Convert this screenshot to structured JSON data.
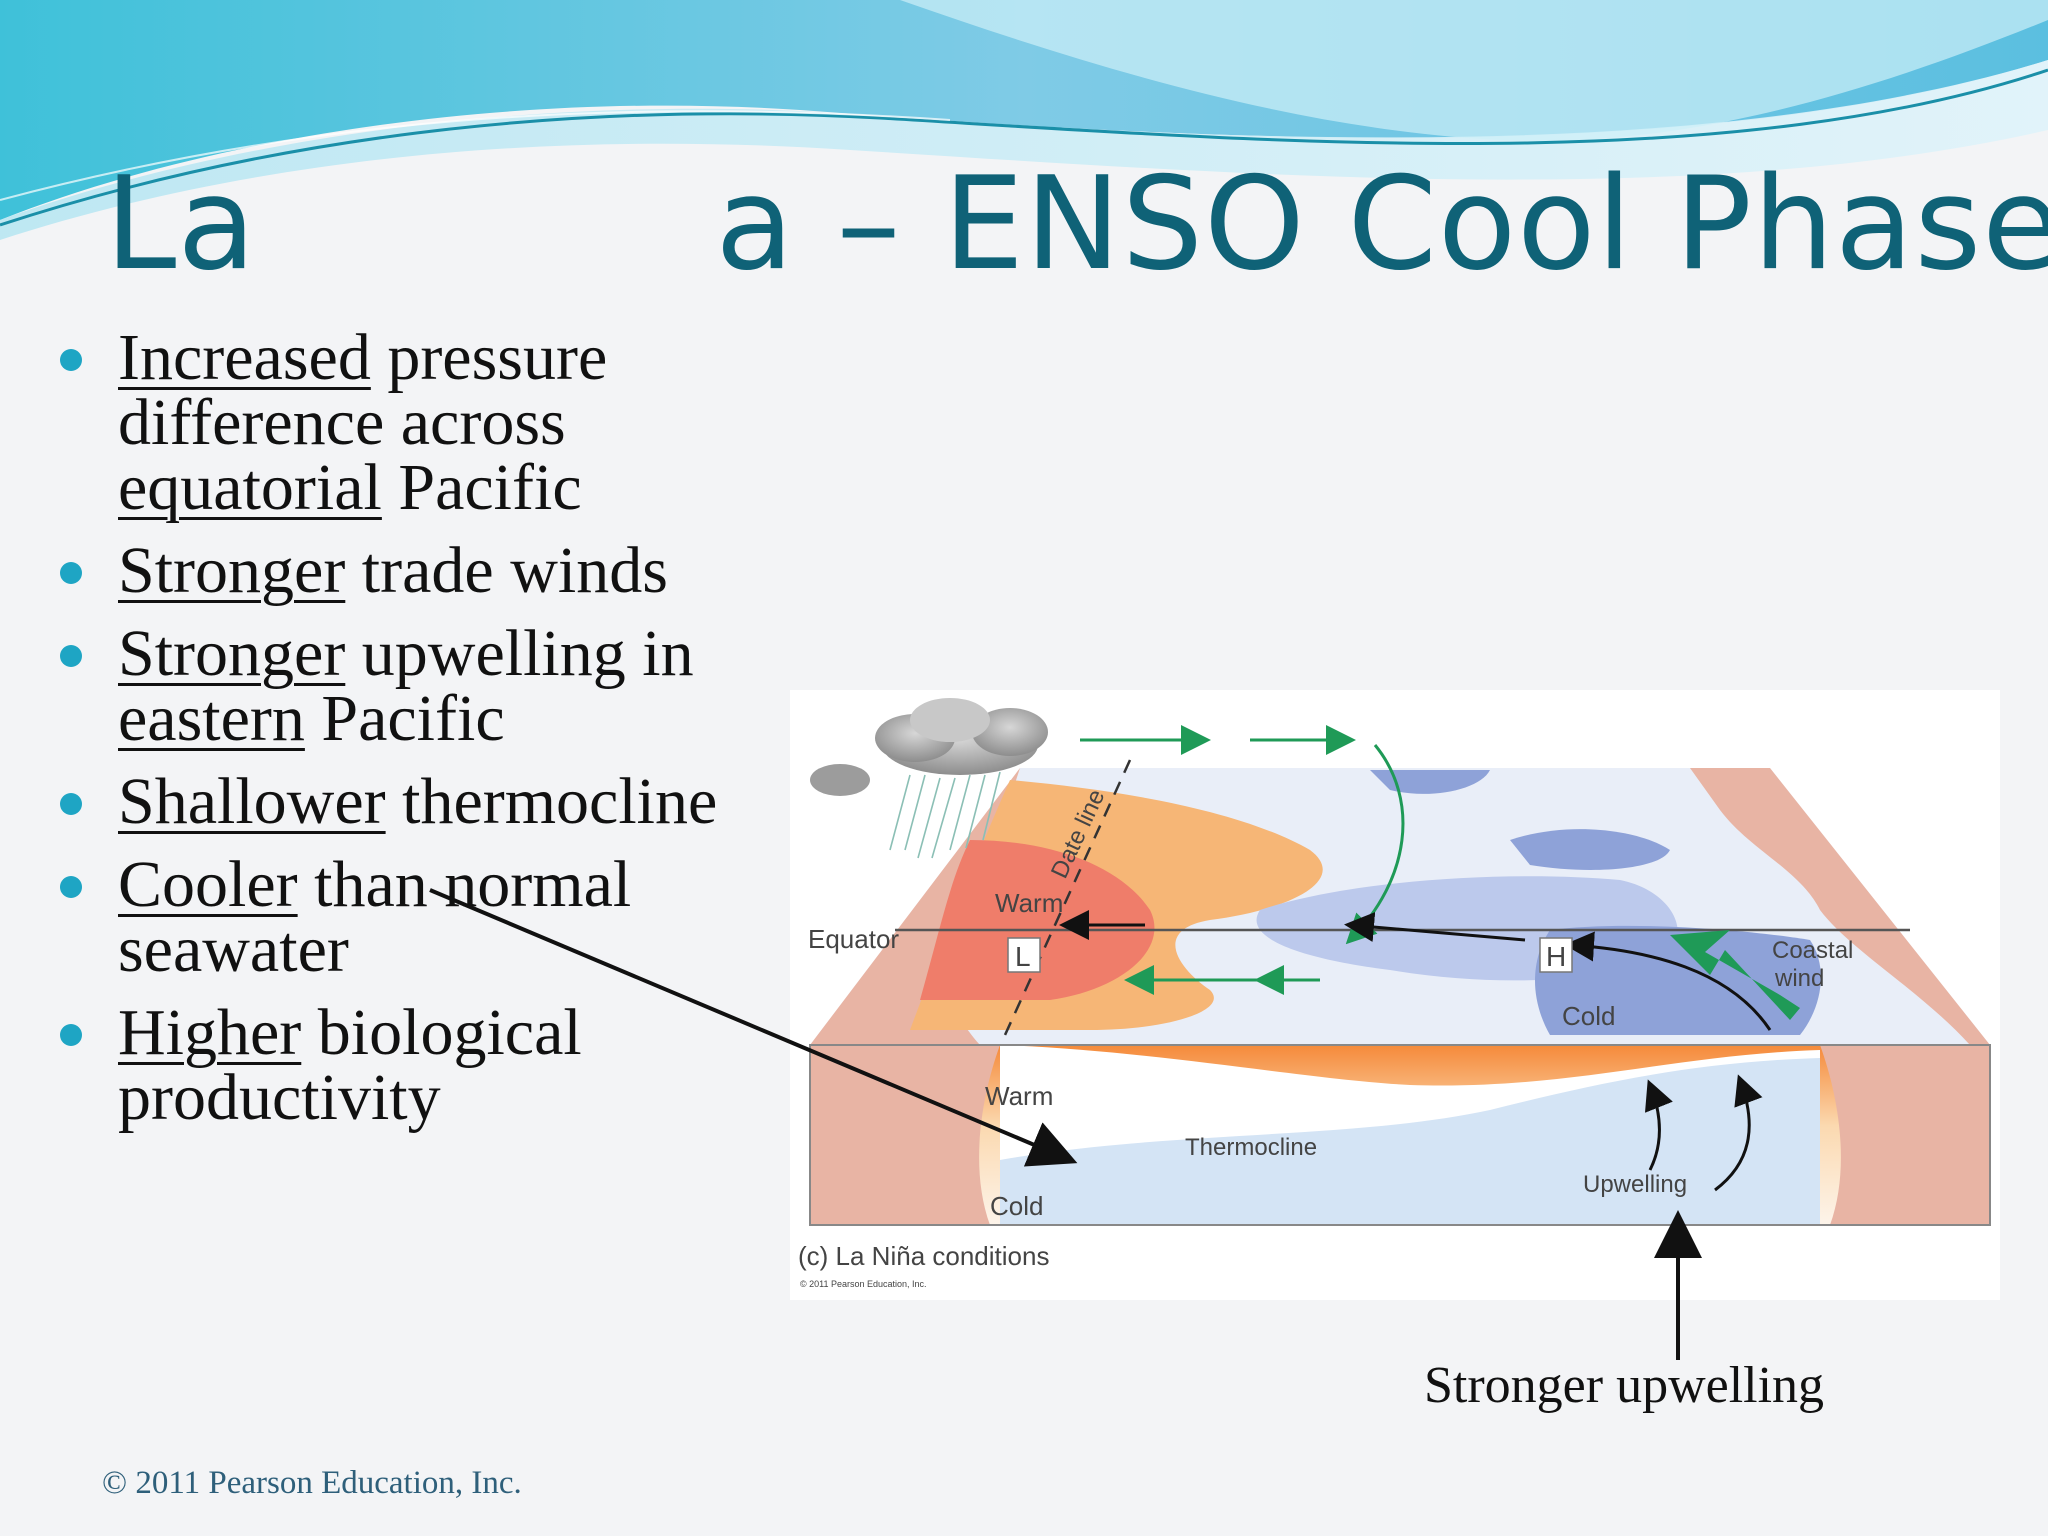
{
  "slide": {
    "title_prefix": "La",
    "title_suffix": "a – ENSO Cool Phase",
    "accent_color": "#0f6277",
    "bullet_color": "#1ea5c4"
  },
  "bullets": [
    {
      "underlined": "Increased",
      "rest": " pressure difference across ",
      "underlined2": "equatorial",
      "rest2": " Pacific"
    },
    {
      "underlined": "Stronger",
      "rest": " trade winds"
    },
    {
      "underlined": "Stronger",
      "rest": " upwelling in ",
      "underlined2": "eastern",
      "rest2": " Pacific"
    },
    {
      "underlined": "Shallower",
      "rest": " thermocline"
    },
    {
      "underlined": "Cooler",
      "rest": " than normal seawater"
    },
    {
      "underlined": "Higher",
      "rest": " biological productivity"
    }
  ],
  "diagram": {
    "equator": "Equator",
    "date_line": "Date line",
    "warm_surface": "Warm",
    "low": "L",
    "high": "H",
    "cold_surface": "Cold",
    "coastal_wind_1": "Coastal",
    "coastal_wind_2": "wind",
    "warm_depth": "Warm",
    "thermocline": "Thermocline",
    "cold_depth": "Cold",
    "upwelling": "Upwelling",
    "caption": "(c) La Niña conditions",
    "credit": "© 2011 Pearson Education, Inc."
  },
  "annotation": {
    "stronger_upwelling": "Stronger upwelling"
  },
  "footer": {
    "copyright": "© 2011 Pearson Education, Inc."
  }
}
